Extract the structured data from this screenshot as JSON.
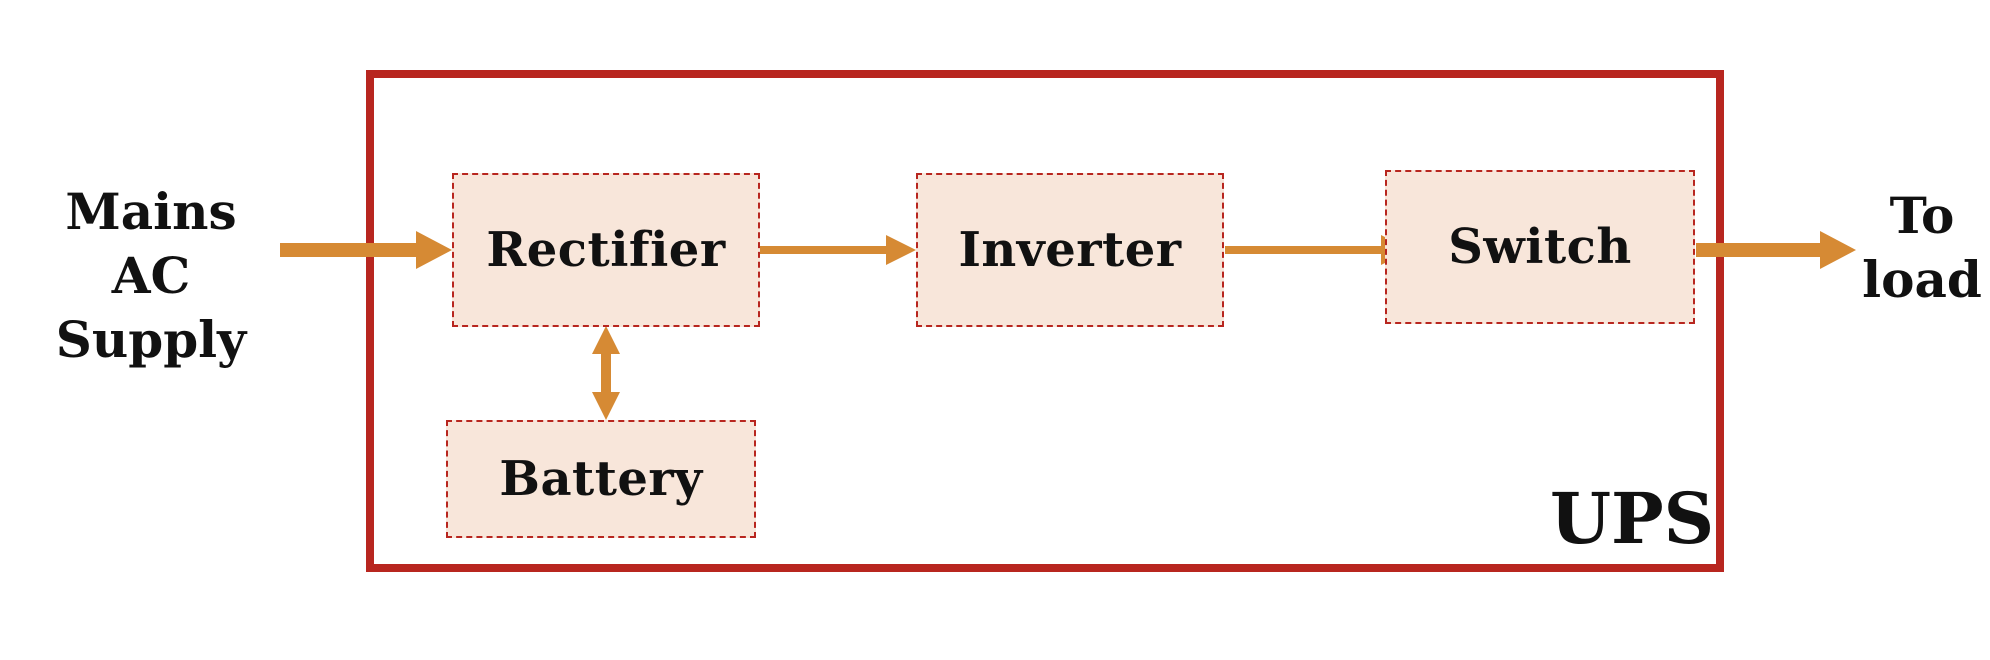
{
  "diagram": {
    "system_label": "UPS",
    "input_label": [
      "Mains AC",
      "Supply"
    ],
    "output_label": [
      "To",
      "load"
    ],
    "blocks": {
      "rectifier": "Rectifier",
      "inverter": "Inverter",
      "switch": "Switch",
      "battery": "Battery"
    },
    "colors": {
      "frame": "#b8261f",
      "block_fill": "#f8e6da",
      "block_border": "#b8261f",
      "arrow": "#d68a34",
      "text": "#111111"
    }
  }
}
